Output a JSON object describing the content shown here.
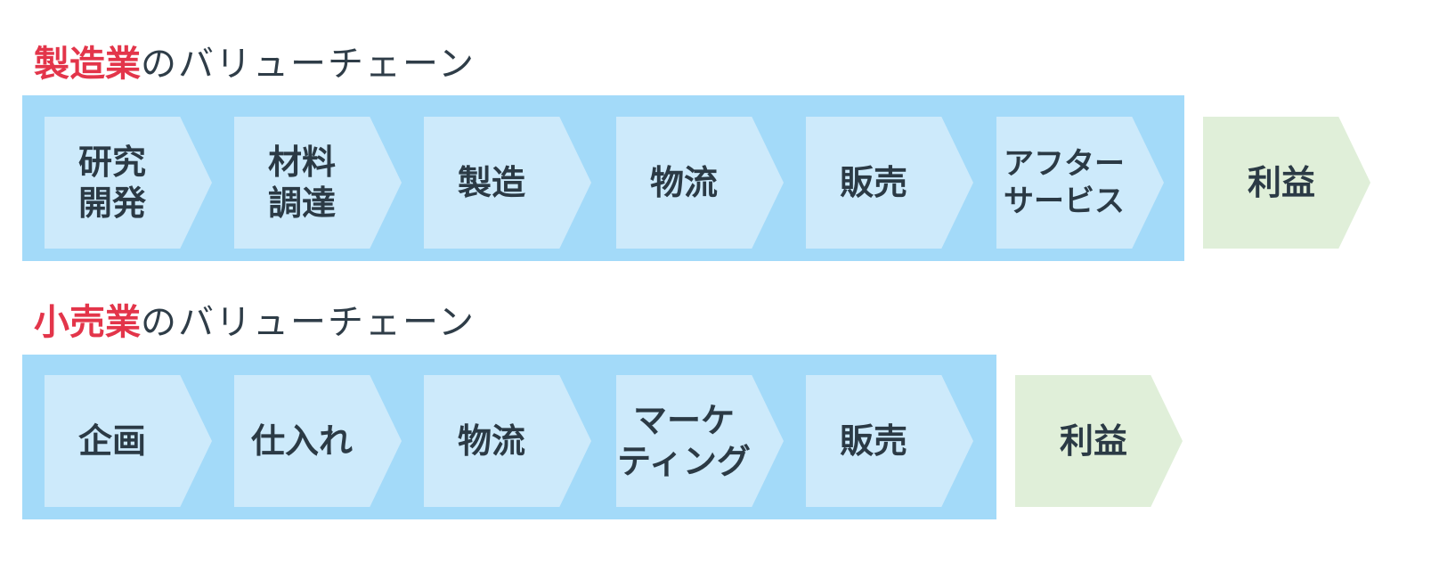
{
  "manufacturing": {
    "title_accent": "製造業",
    "title_rest": "のバリューチェーン",
    "steps": [
      "研究\n開発",
      "材料\n調達",
      "製造",
      "物流",
      "販売",
      "アフター\nサービス"
    ],
    "profit": "利益"
  },
  "retail": {
    "title_accent": "小売業",
    "title_rest": "のバリューチェーン",
    "steps": [
      "企画",
      "仕入れ",
      "物流",
      "マーケ\nティング",
      "販売"
    ],
    "profit": "利益"
  },
  "colors": {
    "accent": "#e3354a",
    "band": "#a3daf9",
    "step": "#cdeafb",
    "profit": "#e0efd9",
    "text": "#2b3a45"
  }
}
